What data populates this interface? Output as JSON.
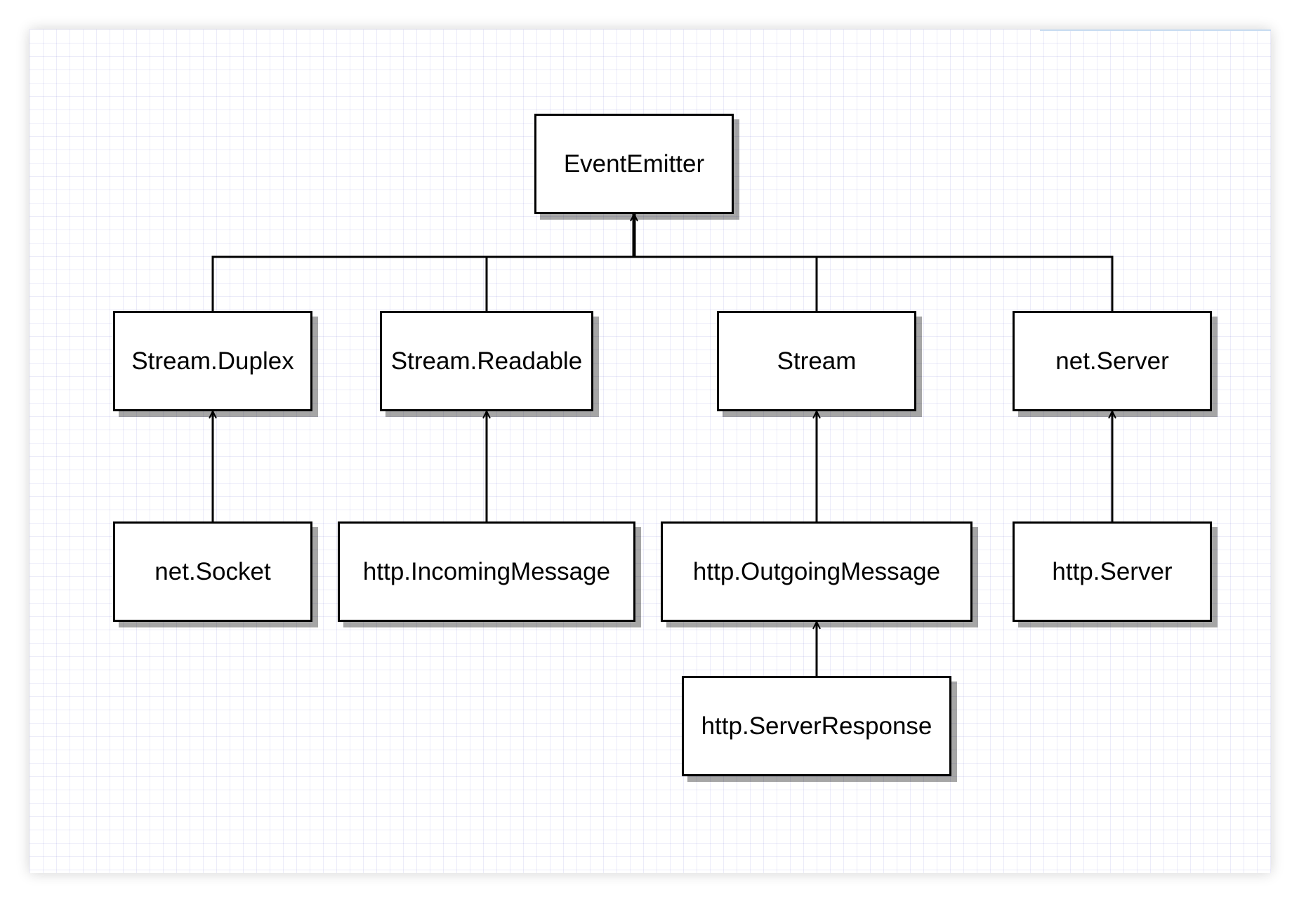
{
  "diagram": {
    "nodes": [
      {
        "id": "event-emitter",
        "label": "EventEmitter"
      },
      {
        "id": "stream-duplex",
        "label": "Stream.Duplex"
      },
      {
        "id": "stream-readable",
        "label": "Stream.Readable"
      },
      {
        "id": "stream",
        "label": "Stream"
      },
      {
        "id": "net-server",
        "label": "net.Server"
      },
      {
        "id": "net-socket",
        "label": "net.Socket"
      },
      {
        "id": "http-incoming-message",
        "label": "http.IncomingMessage"
      },
      {
        "id": "http-outgoing-message",
        "label": "http.OutgoingMessage"
      },
      {
        "id": "http-server",
        "label": "http.Server"
      },
      {
        "id": "http-server-response",
        "label": "http.ServerResponse"
      }
    ],
    "edges": [
      {
        "from": "stream-duplex",
        "to": "event-emitter"
      },
      {
        "from": "stream-readable",
        "to": "event-emitter"
      },
      {
        "from": "stream",
        "to": "event-emitter"
      },
      {
        "from": "net-server",
        "to": "event-emitter"
      },
      {
        "from": "net-socket",
        "to": "stream-duplex"
      },
      {
        "from": "http-incoming-message",
        "to": "stream-readable"
      },
      {
        "from": "http-outgoing-message",
        "to": "stream"
      },
      {
        "from": "http-server",
        "to": "net-server"
      },
      {
        "from": "http-server-response",
        "to": "http-outgoing-message"
      }
    ]
  }
}
